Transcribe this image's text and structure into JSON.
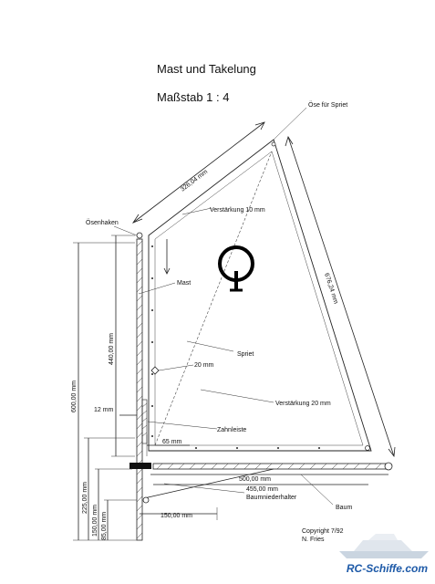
{
  "title": "Mast und Takelung",
  "scale": "Maßstab  1 : 4",
  "labels": {
    "oese_spriet": "Öse für Spriet",
    "oesenhaken": "Ösenhaken",
    "mast": "Mast",
    "verstaerkung10": "Verstärkung 10 mm",
    "spriet": "Spriet",
    "v20mm": "20 mm",
    "verstaerkung20": "Verstärkung 20 mm",
    "zahnleiste": "Zahnleiste",
    "baumniederhalter": "Baumniederhalter",
    "baum": "Baum",
    "m12": "12 mm",
    "m65": "65 mm"
  },
  "dimensions": {
    "d326": "326,04 mm",
    "d676": "676,24 mm",
    "d440": "440,00 mm",
    "d600": "600,00 mm",
    "d500": "500,00 mm",
    "d455": "455,00 mm",
    "d225": "225,00 mm",
    "d150v": "150,00 mm",
    "d85": "85,00 mm",
    "d150h": "150,00 mm"
  },
  "copyright": {
    "line1": "Copyright 7/92",
    "line2": "N. Fries"
  },
  "watermark": "RC-Schiffe.com"
}
